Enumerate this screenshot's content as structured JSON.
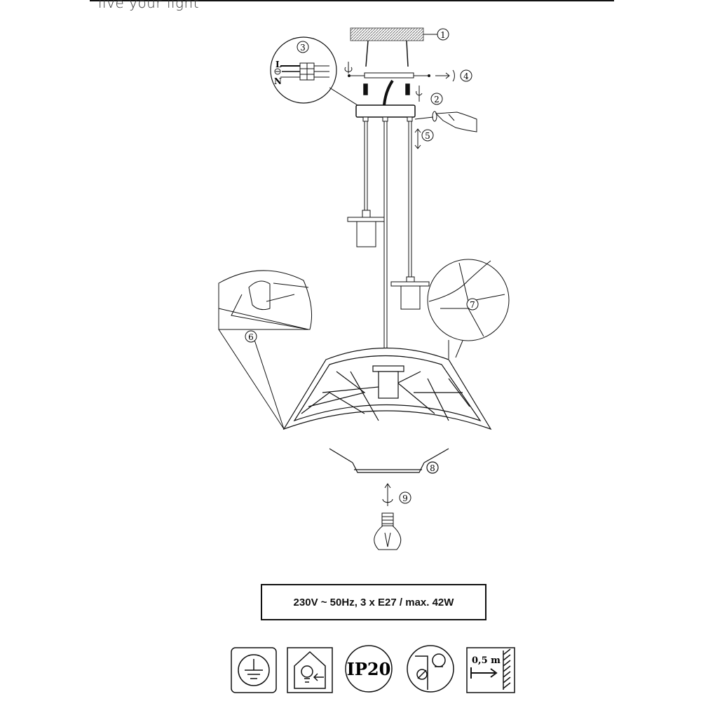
{
  "header": {
    "brand_tagline": "live your light"
  },
  "labels": {
    "l": "L",
    "n": "N",
    "c1": "1",
    "c2": "2",
    "c3": "3",
    "c4": "4",
    "c5": "5",
    "c6": "6",
    "c7": "7",
    "c8": "8",
    "c9": "9"
  },
  "spec": {
    "text": "230V ~ 50Hz, 3 x E27 / max. 42W"
  },
  "symbols": {
    "ip_rating": "IP20",
    "distance": "0,5 m",
    "icons": [
      "protective-earth-icon",
      "indoor-use-icon",
      "ip20-icon",
      "no-halogen-bulb-icon",
      "min-distance-icon"
    ]
  },
  "colors": {
    "line": "#111111",
    "hatch": "#777777"
  }
}
